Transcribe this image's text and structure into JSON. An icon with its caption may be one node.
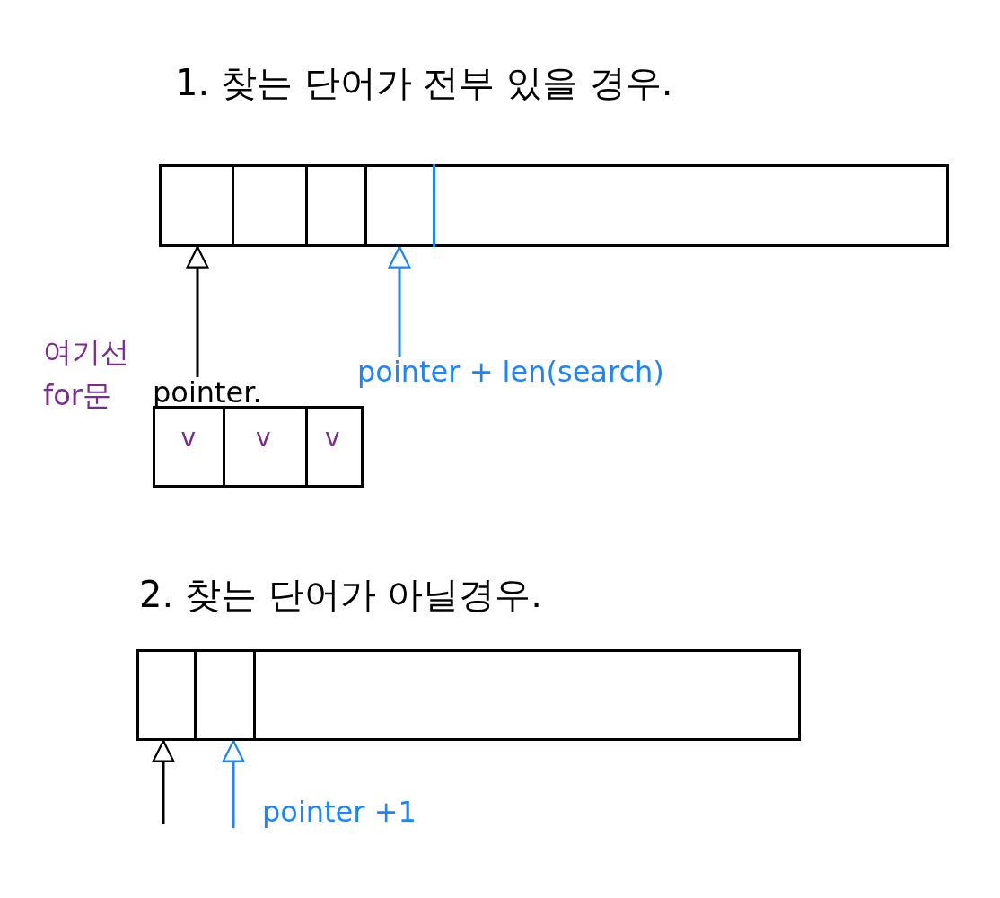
{
  "diagram": {
    "nodes": [
      {
        "text": [],
        "shape": "box"
      },
      {
        "text": [
          "pointer."
        ]
      },
      {
        "text": [
          "pointer + len(search)"
        ]
      },
      {
        "text": [
          "v",
          "v",
          "v"
        ]
      },
      {
        "text": [],
        "shape": "box"
      },
      {
        "text": [
          "pointer +1"
        ]
      }
    ],
    "edges": [
      {
        "from": 1,
        "to": 0,
        "arrow": "to"
      },
      {
        "from": 2,
        "to": 0,
        "arrow": "to",
        "color": "#1a85ff"
      },
      {
        "from": null,
        "to": 4,
        "arrow": "to"
      },
      {
        "from": 5,
        "to": 4,
        "arrow": "to",
        "color": "#1a85ff"
      }
    ],
    "labels": [
      "1. 찾는 단어가 전부 있을 경우.",
      "여기선 for문",
      "2. 찾는 단어가 아닐경우."
    ]
  }
}
